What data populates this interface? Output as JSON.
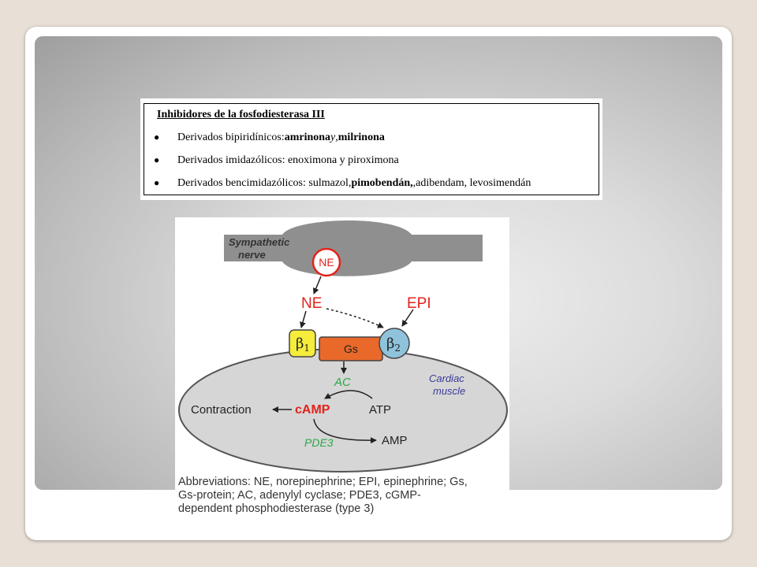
{
  "table": {
    "title": "Inhibidores de la fosfodiesterasa III",
    "rows": [
      {
        "prefix": "Derivados bipiridínicos: ",
        "bold1": "amrinona",
        "italic": " y",
        "sep": ", ",
        "bold2": "milrinona",
        "suffix": ""
      },
      {
        "prefix": "Derivados imidazólicos: enoximona y piroximona",
        "bold1": "",
        "italic": "",
        "sep": "",
        "bold2": "",
        "suffix": ""
      },
      {
        "prefix": "Derivados bencimidazólicos: sulmazol, ",
        "bold1": "pimobendán,",
        "italic": "",
        "sep": ", ",
        "bold2": "",
        "suffix": "adibendam, levosimendán"
      }
    ]
  },
  "diagram": {
    "nerve_label_1": "Sympathetic",
    "nerve_label_2": "nerve",
    "ne_circle": "NE",
    "ne_label": "NE",
    "epi_label": "EPI",
    "beta1": "β",
    "beta1_sub": "1",
    "gs": "Gs",
    "beta2": "β",
    "beta2_sub": "2",
    "ac": "AC",
    "cardiac_1": "Cardiac",
    "cardiac_2": "muscle",
    "contraction": "Contraction",
    "camp": "cAMP",
    "atp": "ATP",
    "pde3": "PDE3",
    "amp": "AMP",
    "abbrev_1": "Abbreviations:  NE, norepinephrine; EPI, epinephrine; Gs,",
    "abbrev_2": "Gs-protein; AC, adenylyl cyclase; PDE3, cGMP-",
    "abbrev_3": "dependent phosphodiesterase (type 3)"
  },
  "colors": {
    "red": "#e3231b",
    "green": "#2aa84a",
    "blue_text": "#3b3b9a",
    "beta1_fill": "#f5ec3c",
    "gs_fill": "#e8692a",
    "beta2_fill": "#8fc3dc",
    "nerve_fill": "#8f8f8f",
    "cell_fill": "#d6d6d6"
  }
}
